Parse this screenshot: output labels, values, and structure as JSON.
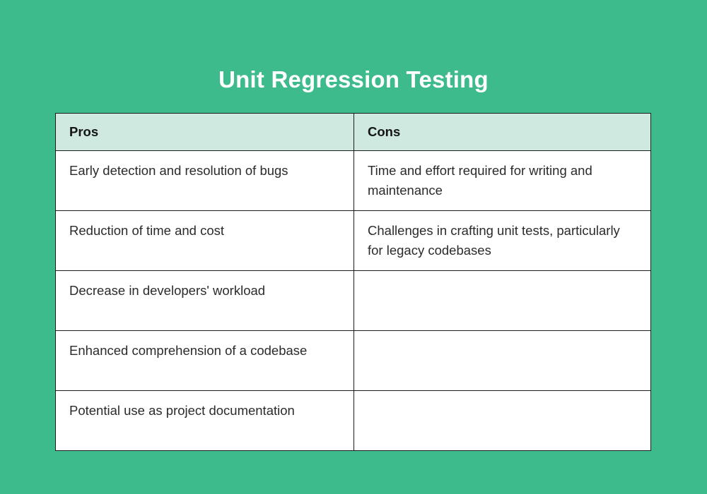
{
  "page": {
    "title": "Unit Regression Testing",
    "background_color": "#3dbb8c",
    "title_color": "#ffffff"
  },
  "table": {
    "header_background": "#cfe9e0",
    "border_color": "#1c1c1c",
    "body_background": "#ffffff",
    "columns": [
      {
        "key": "pros",
        "label": "Pros"
      },
      {
        "key": "cons",
        "label": "Cons"
      }
    ],
    "rows": [
      {
        "pros": "Early detection and resolution of bugs",
        "cons": "Time and effort required for writing and maintenance"
      },
      {
        "pros": "Reduction of time and cost",
        "cons": "Challenges in crafting unit tests, particularly for legacy codebases"
      },
      {
        "pros": "Decrease in developers' workload",
        "cons": ""
      },
      {
        "pros": "Enhanced comprehension of a codebase",
        "cons": ""
      },
      {
        "pros": "Potential use as project documentation",
        "cons": ""
      }
    ]
  }
}
